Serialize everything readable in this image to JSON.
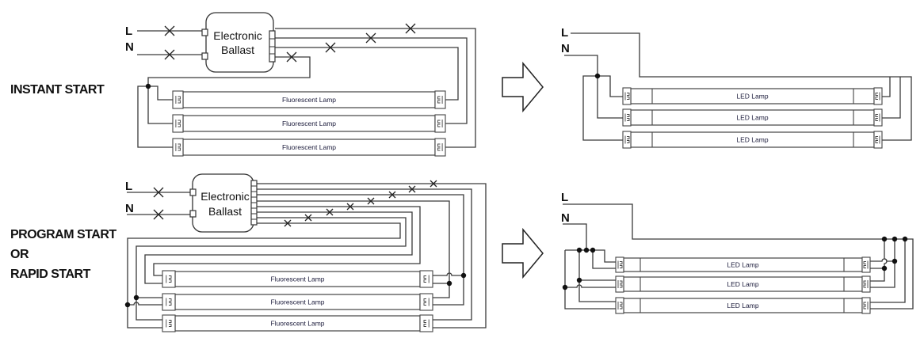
{
  "sections": {
    "instant_start": "INSTANT START",
    "program_start": "PROGRAM START",
    "or": "OR",
    "rapid_start": "RAPID START"
  },
  "terminals": {
    "line": "L",
    "neutral": "N"
  },
  "ballast": {
    "line1": "Electronic",
    "line2": "Ballast"
  },
  "lamps": {
    "fluorescent": "Fluorescent Lamp",
    "led": "LED Lamp"
  },
  "colors": {
    "wire": "#3a3a3a",
    "text": "#111111"
  },
  "icons": {
    "arrow": "hollow-right-arrow",
    "cut": "x-cut-mark",
    "junction": "junction-dot"
  }
}
